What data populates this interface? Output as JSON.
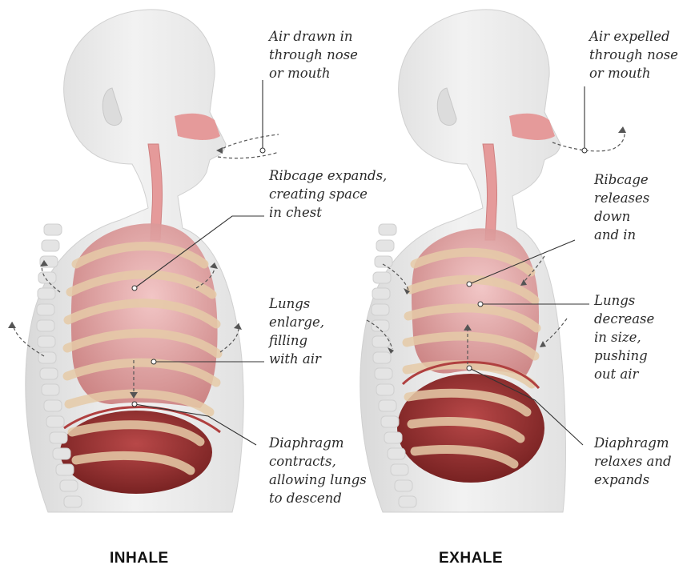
{
  "panels": [
    {
      "caption": "INHALE",
      "labels": {
        "air": "Air drawn in\nthrough nose\nor mouth",
        "ribcage": "Ribcage expands,\ncreating space\nin chest",
        "lungs": "Lungs\nenlarge,\nfilling\nwith air",
        "diaphragm": "Diaphragm\ncontracts,\nallowing lungs\nto descend"
      }
    },
    {
      "caption": "EXHALE",
      "labels": {
        "air": "Air expelled\nthrough nose\nor mouth",
        "ribcage": "Ribcage\nreleases\ndown\nand in",
        "lungs": "Lungs\ndecrease\nin size,\npushing\nout air",
        "diaphragm": "Diaphragm\nrelaxes and\nexpands"
      }
    }
  ],
  "colors": {
    "body": "#ececec",
    "lung": "#e8a8a8",
    "lung_dark": "#c86c6c",
    "rib": "#e8cfb0",
    "organ": "#8a2a2a",
    "airway": "#e59a9a",
    "leader": "#333333"
  }
}
